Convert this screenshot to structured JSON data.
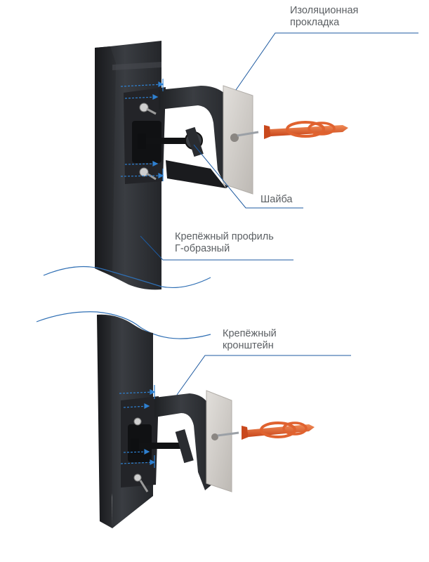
{
  "labels": {
    "insulation_pad": [
      "Изоляционная",
      "прокладка"
    ],
    "washer": "Шайба",
    "profile": [
      "Крепёжный профиль",
      "Г-образный"
    ],
    "bracket": [
      "Крепёжный",
      "кронштейн"
    ]
  },
  "colors": {
    "leader_line": "#1e5aa0",
    "dim_line": "#2f80d0",
    "profile_metal": "#2d2f33",
    "bracket_metal": "#1c1d20",
    "pad": "#d2cfcb",
    "dowel": "#e0622f",
    "label_text": "#5b5f63"
  }
}
